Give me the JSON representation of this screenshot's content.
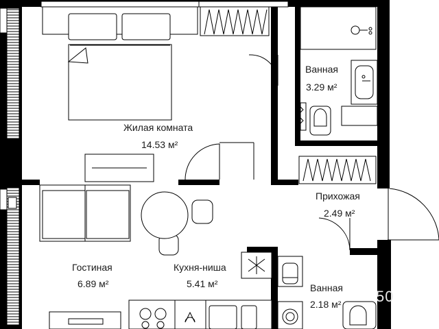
{
  "rooms": {
    "bedroom": {
      "name": "Жилая комната",
      "area": "14.53",
      "unit": "м²"
    },
    "bath1": {
      "name": "Ванная",
      "area": "3.29",
      "unit": "м²"
    },
    "hall": {
      "name": "Прихожая",
      "area": "2.49",
      "unit": "м²"
    },
    "living": {
      "name": "Гостиная",
      "area": "6.89",
      "unit": "м²"
    },
    "kitchen": {
      "name": "Кухня-ниша",
      "area": "5.41",
      "unit": "м²"
    },
    "bath2": {
      "name": "Ванная",
      "area": "2.18",
      "unit": "м²"
    }
  },
  "watermark": "50"
}
